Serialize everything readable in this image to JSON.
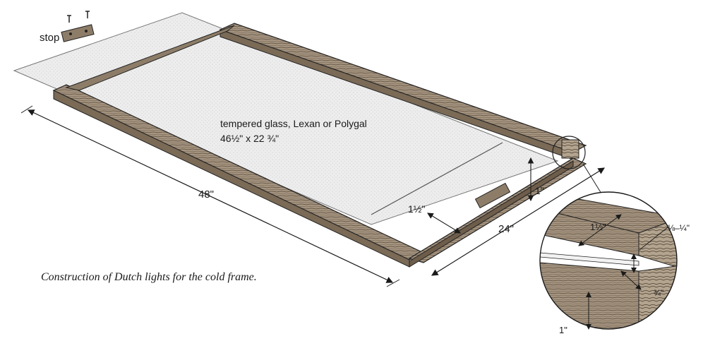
{
  "labels": {
    "stop": "stop",
    "material": "tempered glass, Lexan or Polygal",
    "glass_size": "46½\" x 22 ¾\"",
    "length": "48\"",
    "width": "24\"",
    "rail_width": "1½\"",
    "rail_height": "1\"",
    "detail_rail_width": "1½\"",
    "detail_groove": "⅛–¼\"",
    "detail_depth": "¾\"",
    "detail_height": "1\""
  },
  "caption": "Construction of Dutch lights for the cold frame.",
  "colors": {
    "ink": "#1a1a1a",
    "wood": "#8a7a66",
    "glass": "#ececec",
    "background": "#ffffff"
  }
}
